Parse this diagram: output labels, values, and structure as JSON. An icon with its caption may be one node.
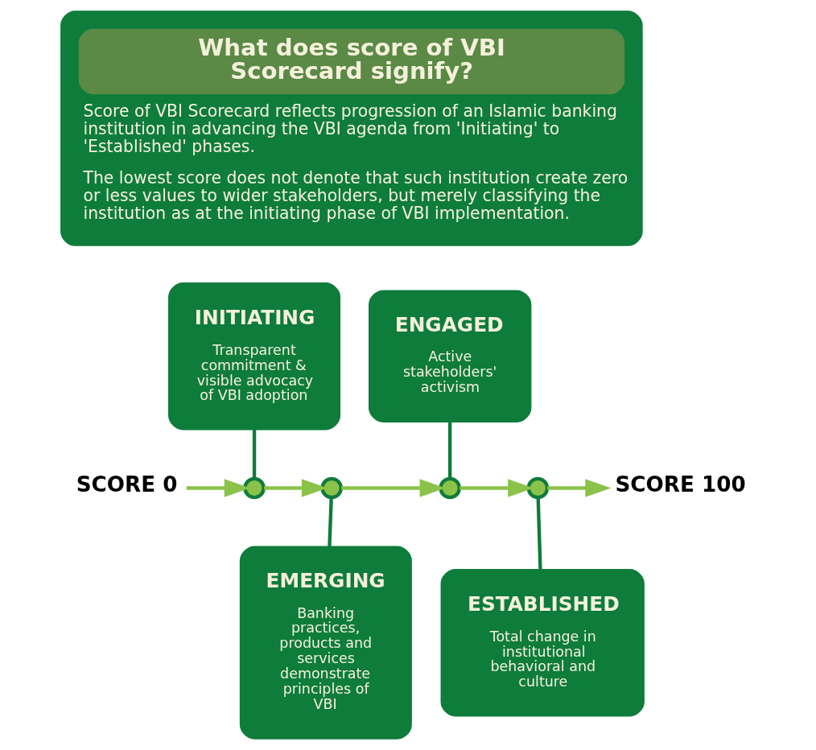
{
  "diagram": {
    "nodes": [
      {
        "text": [
          "What does score of VBI Scorecard signify?",
          "Score of VBI Scorecard reflects progression of an Islamic banking institution in advancing the VBI agenda from 'Initiating' to 'Established' phases.",
          "The lowest score does not denote that such institution create zero or less values to wider stakeholders, but merely classifying the institution as at the initiating phase of VBI implementation."
        ]
      },
      {
        "text": [
          "INITIATING",
          "Transparent commitment & visible advocacy of VBI adoption"
        ]
      },
      {
        "text": [
          "ENGAGED",
          "Active stakeholders' activism"
        ]
      },
      {
        "text": [
          "SCORE 0"
        ]
      },
      {
        "text": [],
        "shape": "circle"
      },
      {
        "text": [],
        "shape": "circle"
      },
      {
        "text": [],
        "shape": "circle"
      },
      {
        "text": [],
        "shape": "circle"
      },
      {
        "text": [
          "SCORE 100"
        ]
      },
      {
        "text": [
          "EMERGING",
          "Banking practices, products and services demonstrate principles of VBI"
        ]
      },
      {
        "text": [
          "ESTABLISHED",
          "Total change in institutional behavioral and culture"
        ]
      }
    ],
    "edges": [
      {
        "from": 3,
        "to": 4,
        "arrow": "to",
        "color": "#8bc34a"
      },
      {
        "from": 4,
        "to": 5,
        "arrow": "to",
        "color": "#8bc34a"
      },
      {
        "from": 5,
        "to": 6,
        "arrow": "to",
        "color": "#8bc34a"
      },
      {
        "from": 6,
        "to": 7,
        "arrow": "to",
        "color": "#8bc34a"
      },
      {
        "from": 7,
        "to": 8,
        "arrow": "to",
        "color": "#8bc34a"
      },
      {
        "from": 1,
        "to": 4,
        "arrow": "none",
        "color": "#0e7c3a"
      },
      {
        "from": 5,
        "to": 9,
        "arrow": "none",
        "color": "#0e7c3a"
      },
      {
        "from": 2,
        "to": 6,
        "arrow": "none",
        "color": "#0e7c3a"
      },
      {
        "from": 7,
        "to": 10,
        "arrow": "none",
        "color": "#0e7c3a"
      }
    ]
  }
}
